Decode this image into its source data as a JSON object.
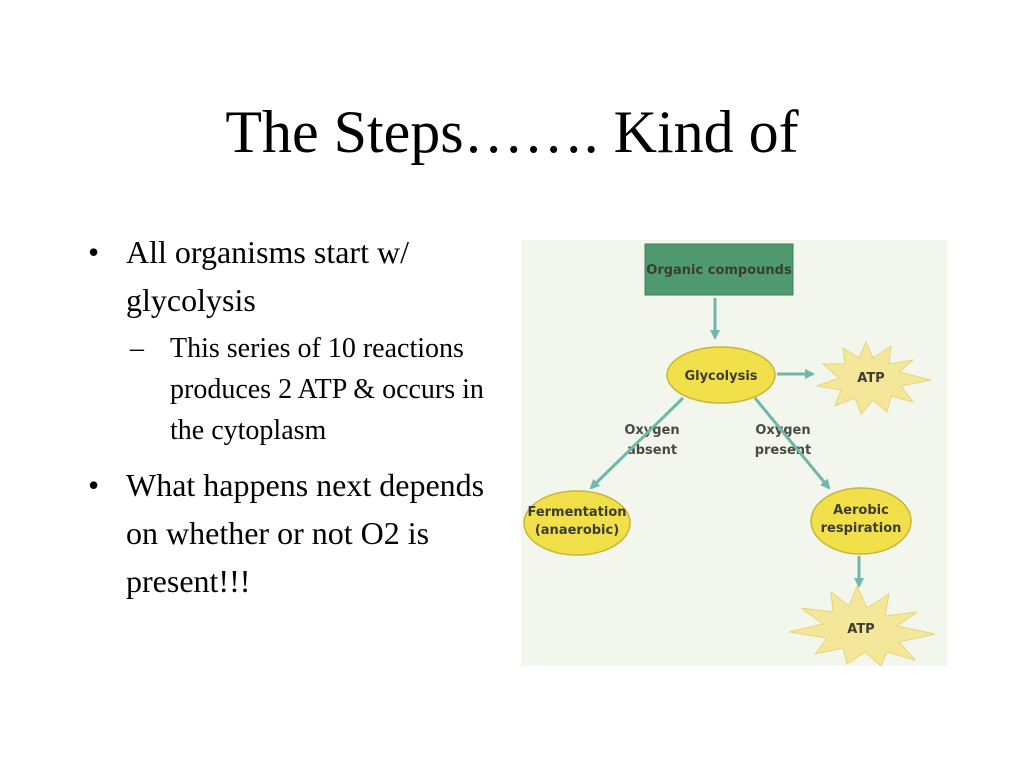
{
  "slide": {
    "title": "The Steps……. Kind of",
    "bullets": [
      {
        "marker": "•",
        "text": "All organisms start w/ glycolysis",
        "sub": [
          {
            "marker": "–",
            "text": "This series of 10 reactions produces 2 ATP & occurs in the cytoplasm"
          }
        ]
      },
      {
        "marker": "•",
        "text": "What happens next depends on whether or not O2 is present!!!"
      }
    ]
  },
  "diagram": {
    "organic_compounds": "Organic compounds",
    "glycolysis": "Glycolysis",
    "atp_top": "ATP",
    "oxygen_absent_line1": "Oxygen",
    "oxygen_absent_line2": "absent",
    "oxygen_present_line1": "Oxygen",
    "oxygen_present_line2": "present",
    "fermentation_line1": "Fermentation",
    "fermentation_line2": "(anaerobic)",
    "aerobic_line1": "Aerobic",
    "aerobic_line2": "respiration",
    "atp_bottom": "ATP",
    "colors": {
      "box": "#4f9a6e",
      "ellipse": "#f2e04a",
      "starburst": "#f5e79a",
      "arrow": "#6fb7ad"
    }
  }
}
